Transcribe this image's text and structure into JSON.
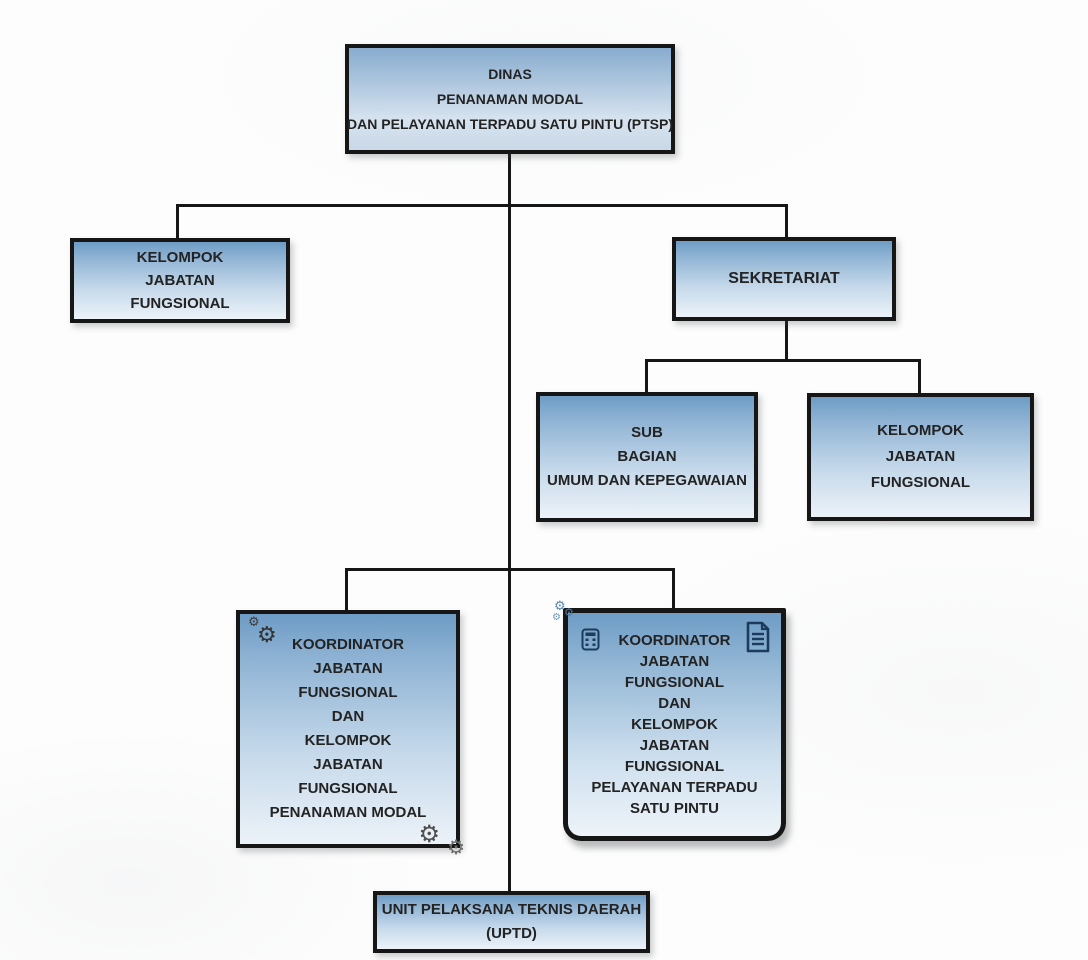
{
  "palette": {
    "connector_color": "#161616",
    "box_border_color": "#161616",
    "box_gradient_top": "#6e9cc5",
    "box_gradient_bottom": "#ecf2f8",
    "text_color": "#232323",
    "icon_dark_gray": "#3b3b3b",
    "icon_light_gray": "#6d6d6d",
    "icon_blue": "#5a87b2",
    "icon_navy": "#1c3c5c",
    "background": "#fdfdfd"
  },
  "nodes": {
    "dinas": {
      "lines": [
        "DINAS",
        "PENANAMAN MODAL",
        "DAN PELAYANAN TERPADU SATU PINTU (PTSP)"
      ]
    },
    "kelompok_left": {
      "lines": [
        "KELOMPOK",
        "JABATAN",
        "FUNGSIONAL"
      ]
    },
    "sekretariat": {
      "lines": [
        "SEKRETARIAT"
      ]
    },
    "sub_bagian": {
      "lines": [
        "SUB",
        "BAGIAN",
        "UMUM DAN KEPEGAWAIAN"
      ]
    },
    "kelompok_right": {
      "lines": [
        "KELOMPOK",
        "JABATAN",
        "FUNGSIONAL"
      ]
    },
    "koordinator_pm": {
      "lines": [
        "KOORDINATOR",
        "JABATAN",
        "FUNGSIONAL",
        "DAN",
        "KELOMPOK",
        "JABATAN",
        "FUNGSIONAL",
        "PENANAMAN MODAL"
      ]
    },
    "koordinator_ptsp": {
      "lines": [
        "KOORDINATOR",
        "JABATAN",
        "FUNGSIONAL",
        "DAN",
        "KELOMPOK",
        "JABATAN",
        "FUNGSIONAL",
        "PELAYANAN TERPADU",
        "SATU PINTU"
      ]
    },
    "uptd": {
      "lines": [
        "UNIT PELAKSANA TEKNIS DAERAH",
        "(UPTD)"
      ]
    }
  },
  "hierarchy": {
    "root": "dinas",
    "edges": [
      [
        "dinas",
        "kelompok_left"
      ],
      [
        "dinas",
        "sekretariat"
      ],
      [
        "sekretariat",
        "sub_bagian"
      ],
      [
        "sekretariat",
        "kelompok_right"
      ],
      [
        "dinas",
        "koordinator_pm"
      ],
      [
        "dinas",
        "koordinator_ptsp"
      ],
      [
        "dinas",
        "uptd"
      ]
    ]
  },
  "icons": {
    "gear_glyph": "⚙",
    "koordinator_pm": [
      "gears-top-left",
      "gears-bottom-right"
    ],
    "koordinator_ptsp": [
      "gears-outside-top-left",
      "calculator-top-left",
      "document-top-right"
    ]
  }
}
